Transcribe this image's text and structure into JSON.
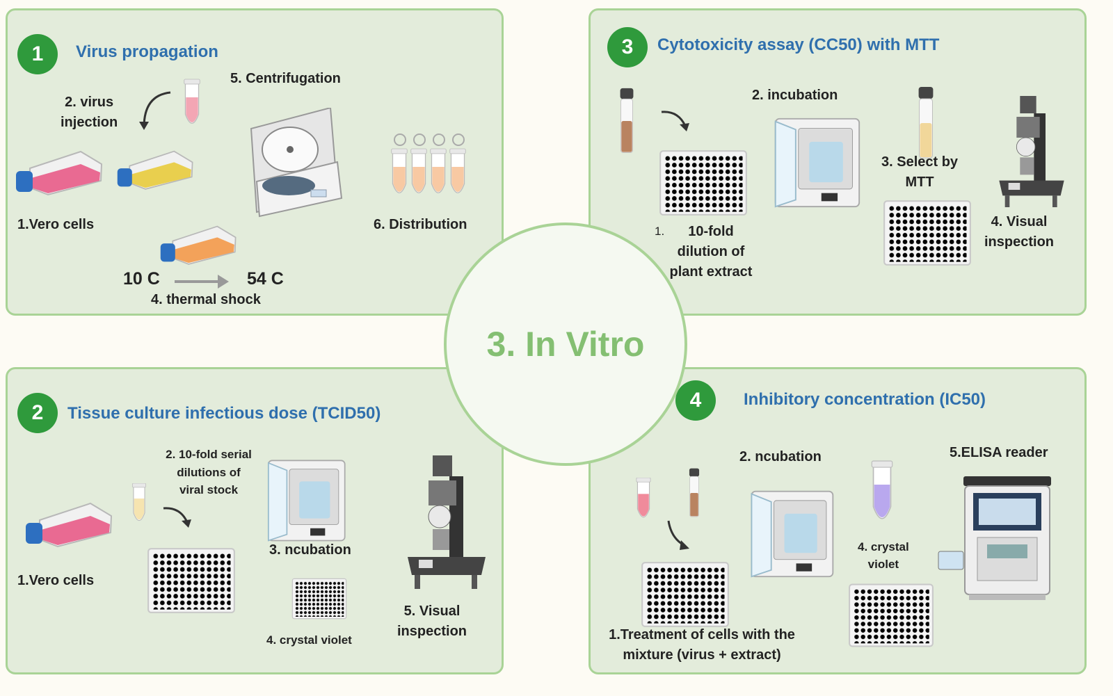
{
  "center_title": "3. In Vitro",
  "panel1": {
    "number": "1",
    "title": "Virus propagation",
    "virus_injection": "2. virus\ninjection",
    "centrifugation": "5. Centrifugation",
    "vero_cells": "1.Vero cells",
    "distribution": "6. Distribution",
    "temp_from": "10 C",
    "temp_to": "54 C",
    "thermal_shock": "4. thermal shock"
  },
  "panel2": {
    "number": "2",
    "title": "Tissue culture infectious dose (TCID50)",
    "dilutions": "2. 10-fold serial\ndilutions of\nviral stock",
    "vero_cells": "1.Vero cells",
    "incubation": "3. ncubation",
    "crystal_violet": "4. crystal violet",
    "visual": "5. Visual\ninspection"
  },
  "panel3": {
    "number": "3",
    "title": "Cytotoxicity assay (CC50) with MTT",
    "incubation": "2.  incubation",
    "select_mtt": "3. Select by\nMTT",
    "visual": "4. Visual\ninspection",
    "dilution_num": "1.",
    "dilution": "10-fold\ndilution of\nplant extract"
  },
  "panel4": {
    "number": "4",
    "title": "Inhibitory concentration  (IC50)",
    "incubation": "2. ncubation",
    "elisa": "5.ELISA reader",
    "crystal_violet": "4. crystal\nviolet",
    "treatment": "1.Treatment of cells with the\nmixture (virus + extract)"
  },
  "colors": {
    "panel_bg": "#e3ecdb",
    "panel_border": "#a9d396",
    "badge": "#2f9a3c",
    "title": "#2f6fad",
    "center_text": "#84bf72"
  }
}
